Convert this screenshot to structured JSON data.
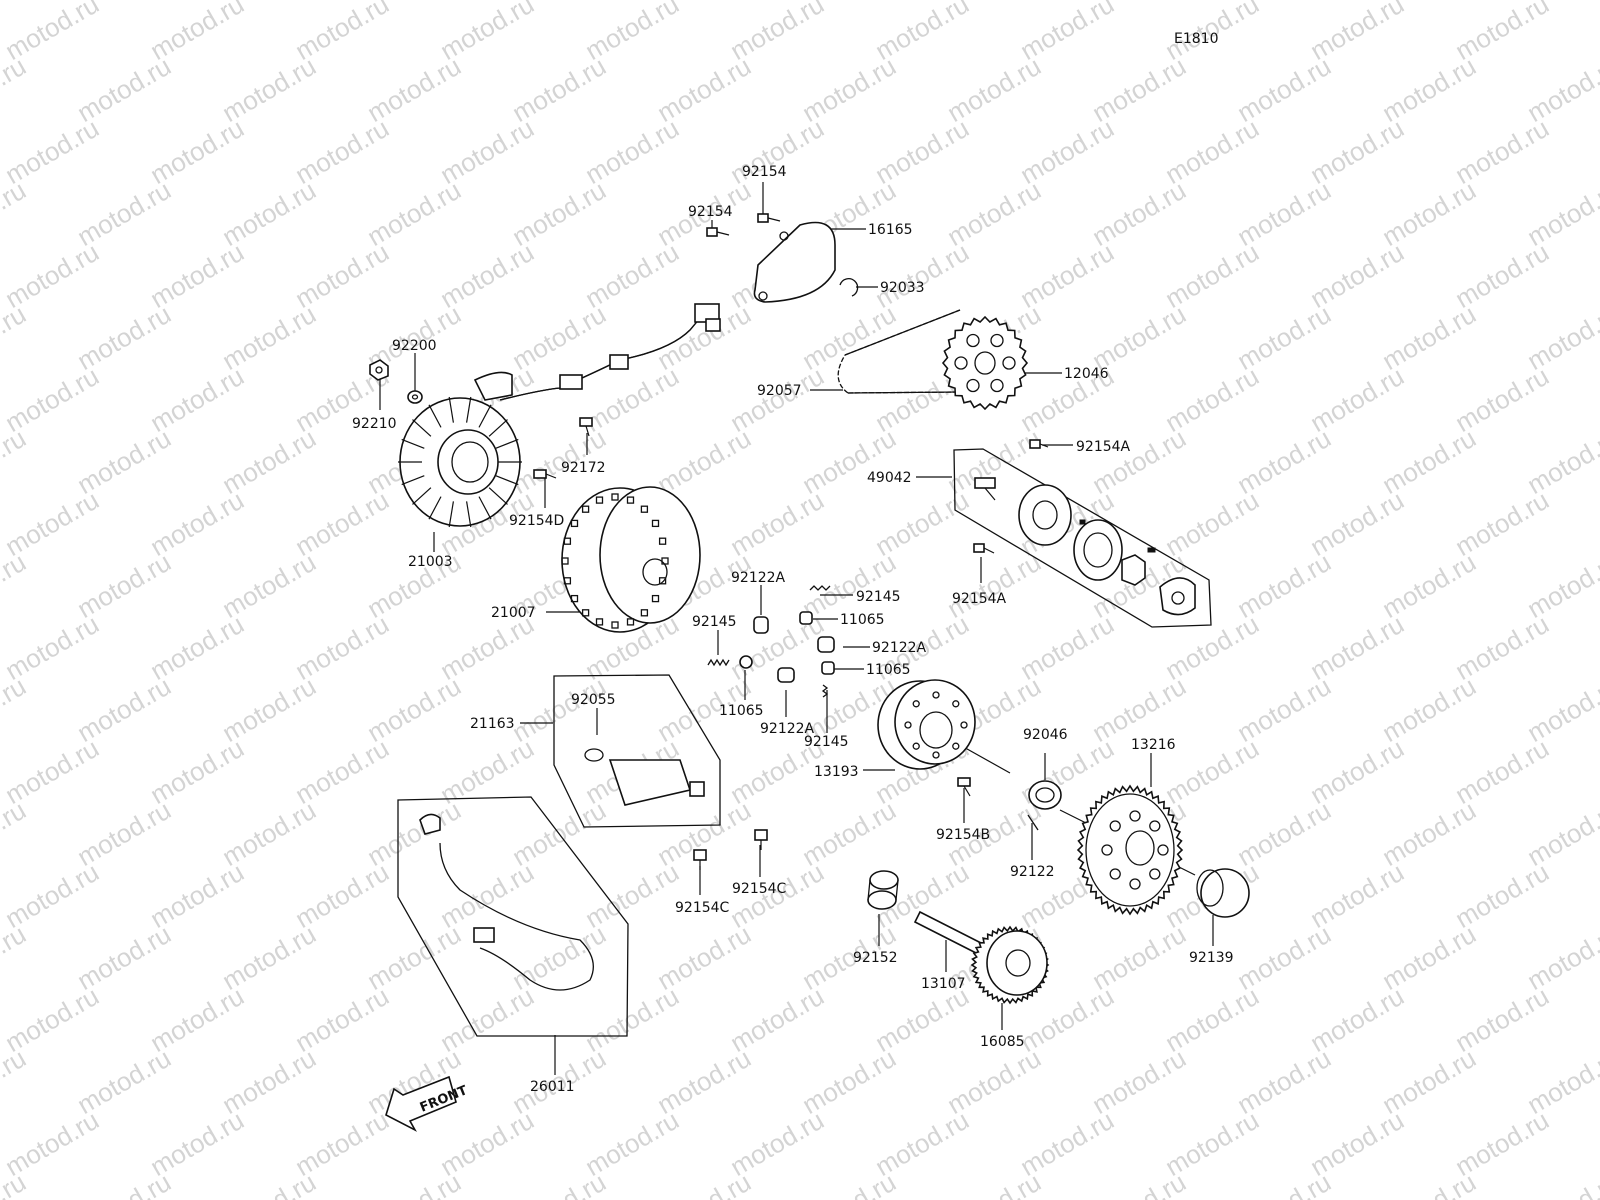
{
  "diagram_code": "E1810",
  "watermark": "motod.ru",
  "front_label": "FRONT",
  "labels": {
    "p92154_top": "92154",
    "p92154_left": "92154",
    "p16165": "16165",
    "p92033": "92033",
    "p12046": "12046",
    "p92057": "92057",
    "p92200": "92200",
    "p92210": "92210",
    "p92172": "92172",
    "p92154D": "92154D",
    "p21003": "21003",
    "p49042": "49042",
    "p92154A_top": "92154A",
    "p92154A_mid": "92154A",
    "p21007": "21007",
    "p92122A_1": "92122A",
    "p92145_1": "92145",
    "p11065_1": "11065",
    "p92145_2": "92145",
    "p92122A_2": "92122A",
    "p11065_2": "11065",
    "p11065_3": "11065",
    "p92122A_3": "92122A",
    "p92145_3": "92145",
    "p21163": "21163",
    "p92055": "92055",
    "p13193": "13193",
    "p92046": "92046",
    "p13216": "13216",
    "p92154B": "92154B",
    "p92122": "92122",
    "p92154C_1": "92154C",
    "p92154C_2": "92154C",
    "p92152": "92152",
    "p13107": "13107",
    "p92139": "92139",
    "p16085": "16085",
    "p26011": "26011"
  }
}
